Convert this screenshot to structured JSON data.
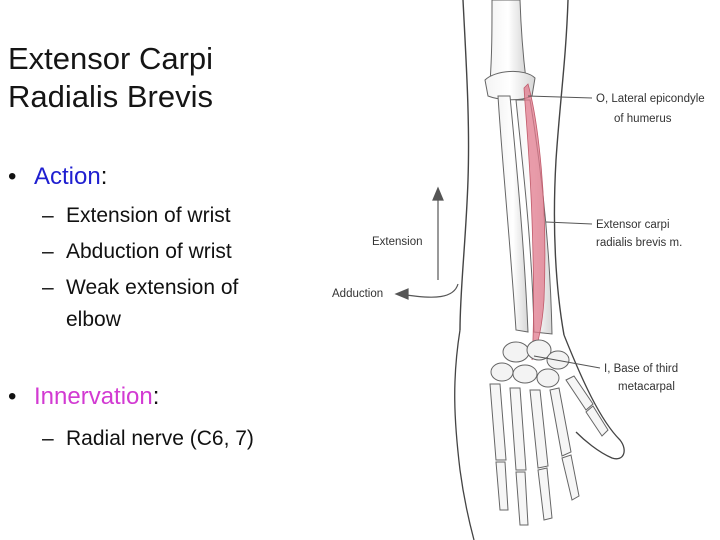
{
  "title": {
    "line1": "Extensor Carpi",
    "line2": "Radialis Brevis"
  },
  "action": {
    "bullet": "•",
    "keyword": "Action",
    "colon": ":",
    "items": [
      "Extension of wrist",
      "Abduction of wrist",
      "Weak extension of",
      "elbow"
    ]
  },
  "innervation": {
    "bullet": "•",
    "keyword": "Innervation",
    "colon": ":",
    "items": [
      "Radial nerve (C6, 7)"
    ]
  },
  "dash": "–",
  "figure": {
    "origin_label_line1": "O, Lateral epicondyle",
    "origin_label_line2": "of humerus",
    "muscle_label_line1": "Extensor carpi",
    "muscle_label_line2": "radialis brevis m.",
    "insertion_label_line1": "I, Base of third",
    "insertion_label_line2": "metacarpal",
    "extension_label": "Extension",
    "adduction_label": "Adduction",
    "muscle_color": "#e07a8c"
  }
}
